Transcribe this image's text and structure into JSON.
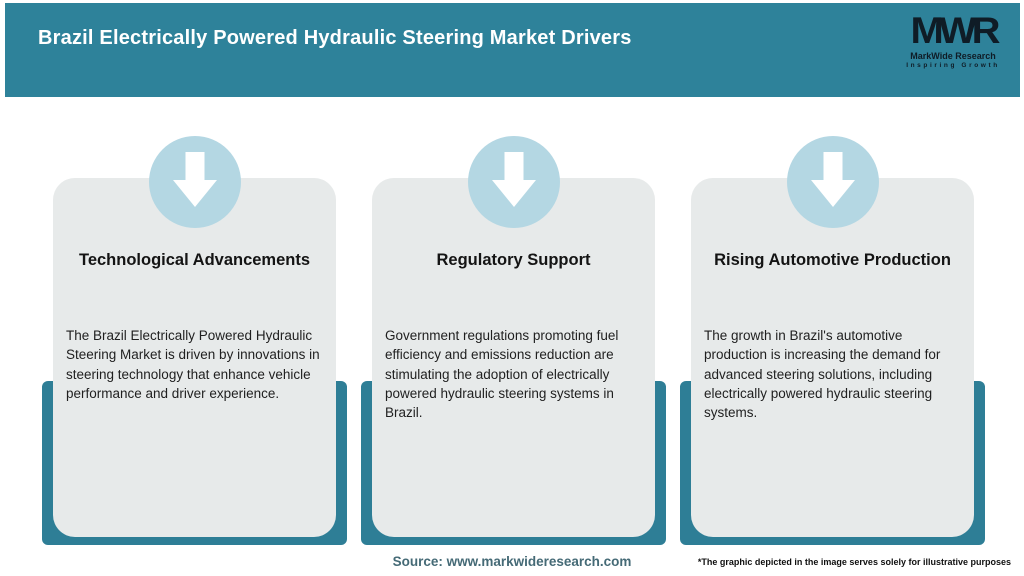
{
  "header": {
    "title": "Brazil Electrically Powered Hydraulic Steering Market Drivers",
    "logo": {
      "acronym": "MWR",
      "name": "MarkWide Research",
      "tagline": "Inspiring Growth"
    }
  },
  "cards": [
    {
      "icon": "down-arrow-icon",
      "title": "Technological Advancements",
      "description": "The Brazil Electrically Powered Hydraulic Steering Market is driven by innovations in steering technology that enhance vehicle performance and driver experience."
    },
    {
      "icon": "down-arrow-icon",
      "title": "Regulatory Support",
      "description": "Government regulations promoting fuel efficiency and emissions reduction are stimulating the adoption of electrically powered hydraulic steering systems in Brazil."
    },
    {
      "icon": "down-arrow-icon",
      "title": "Rising Automotive Production",
      "description": "The growth in Brazil's automotive production is increasing the demand for advanced steering solutions, including electrically powered hydraulic steering systems."
    }
  ],
  "footer": {
    "source": "Source: www.markwideresearch.com",
    "disclaimer": "*The graphic depicted in the image serves solely for illustrative purposes"
  },
  "colors": {
    "header_teal": "#2E829A",
    "backer_teal": "#2E7E96",
    "circle_blue": "#B4D7E3",
    "card_gray": "#E7EAEA",
    "title_text": "#141414",
    "body_text": "#1F1F1F",
    "source_text": "#456A76",
    "logo_ink": "#0F1C26"
  }
}
